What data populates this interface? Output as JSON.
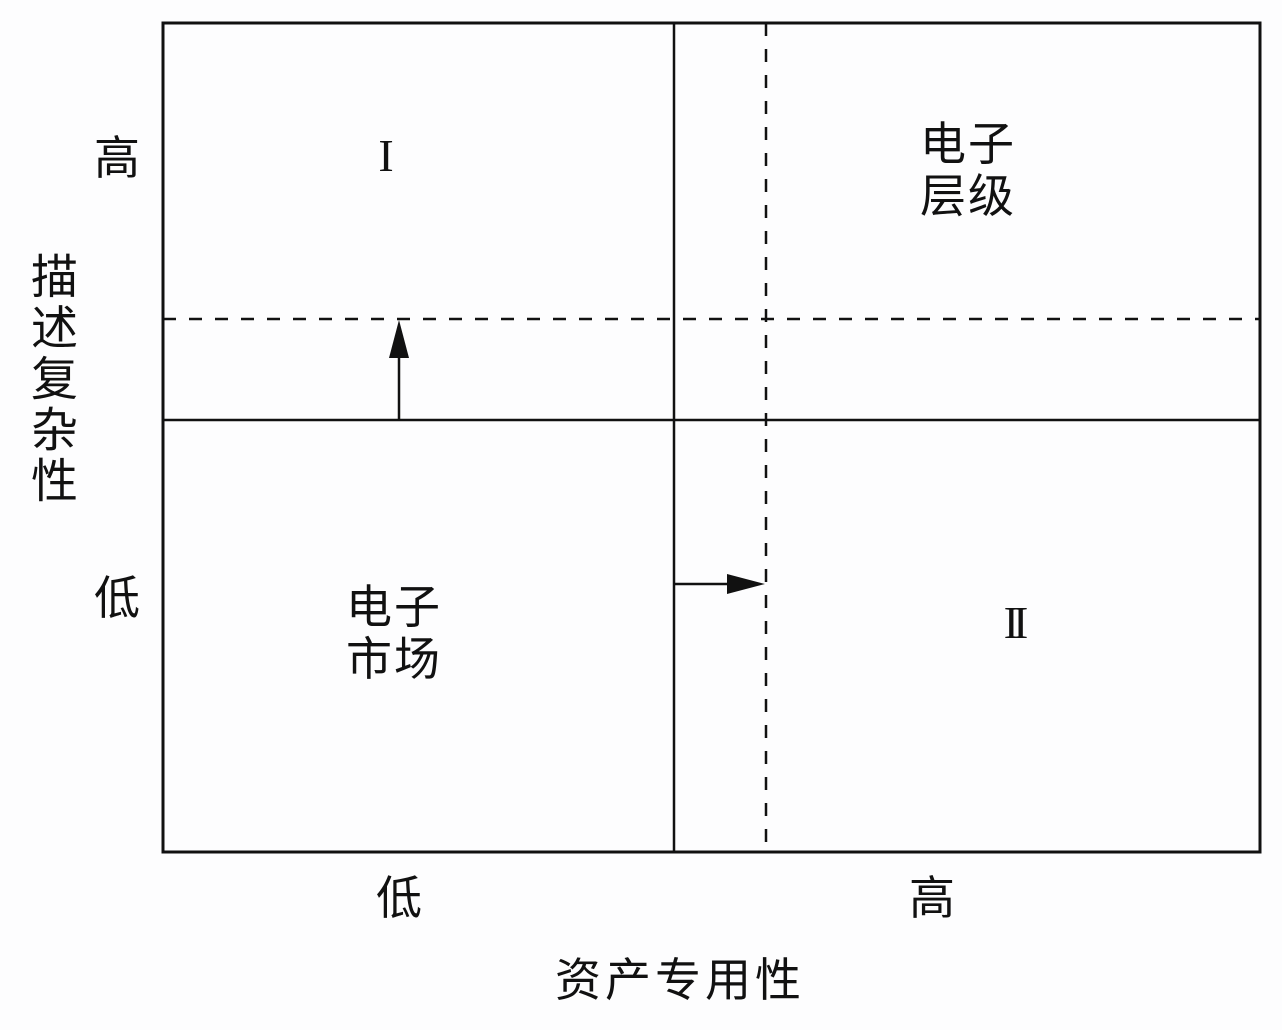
{
  "diagram": {
    "type": "2x2 matrix",
    "x_axis": {
      "title": "资产专用性",
      "low_label": "低",
      "high_label": "高"
    },
    "y_axis": {
      "title": "描述复杂性",
      "low_label": "低",
      "high_label": "高"
    },
    "quadrants": {
      "top_left": "I",
      "top_right": "电子\n层级",
      "bottom_left": "电子\n市场",
      "bottom_right": "II"
    },
    "arrows": [
      {
        "direction": "up",
        "meaning": "boundary of description complexity shifts upward"
      },
      {
        "direction": "right",
        "meaning": "boundary of asset specificity shifts rightward"
      }
    ],
    "line_styles": {
      "original_boundaries": "solid",
      "shifted_boundaries": "dashed"
    },
    "colors": {
      "line": "#111111",
      "background": "#fdfdfe"
    }
  }
}
